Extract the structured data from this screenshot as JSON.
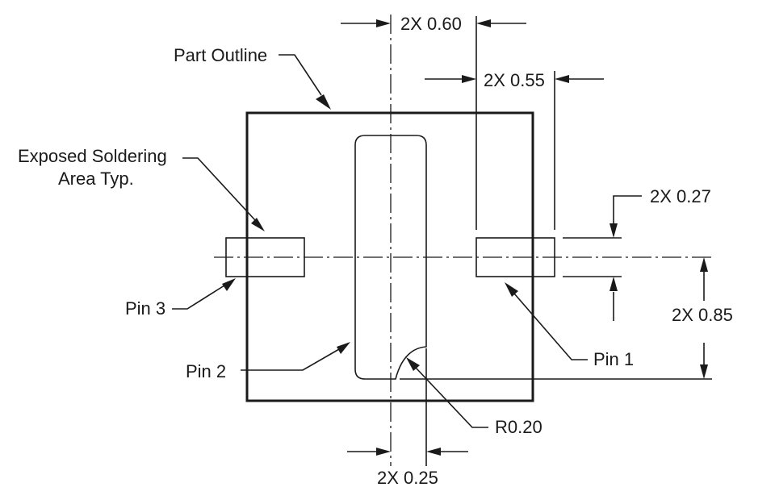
{
  "labels": {
    "part_outline": "Part Outline",
    "exposed_line1": "Exposed Soldering",
    "exposed_line2": "Area Typ.",
    "pin1": "Pin 1",
    "pin2": "Pin 2",
    "pin3": "Pin 3",
    "radius": "R0.20"
  },
  "dimensions": {
    "top_width": "2X 0.60",
    "pad_width": "2X 0.55",
    "pad_height": "2X 0.27",
    "pad_offset": "2X 0.85",
    "bottom_width": "2X 0.25"
  }
}
